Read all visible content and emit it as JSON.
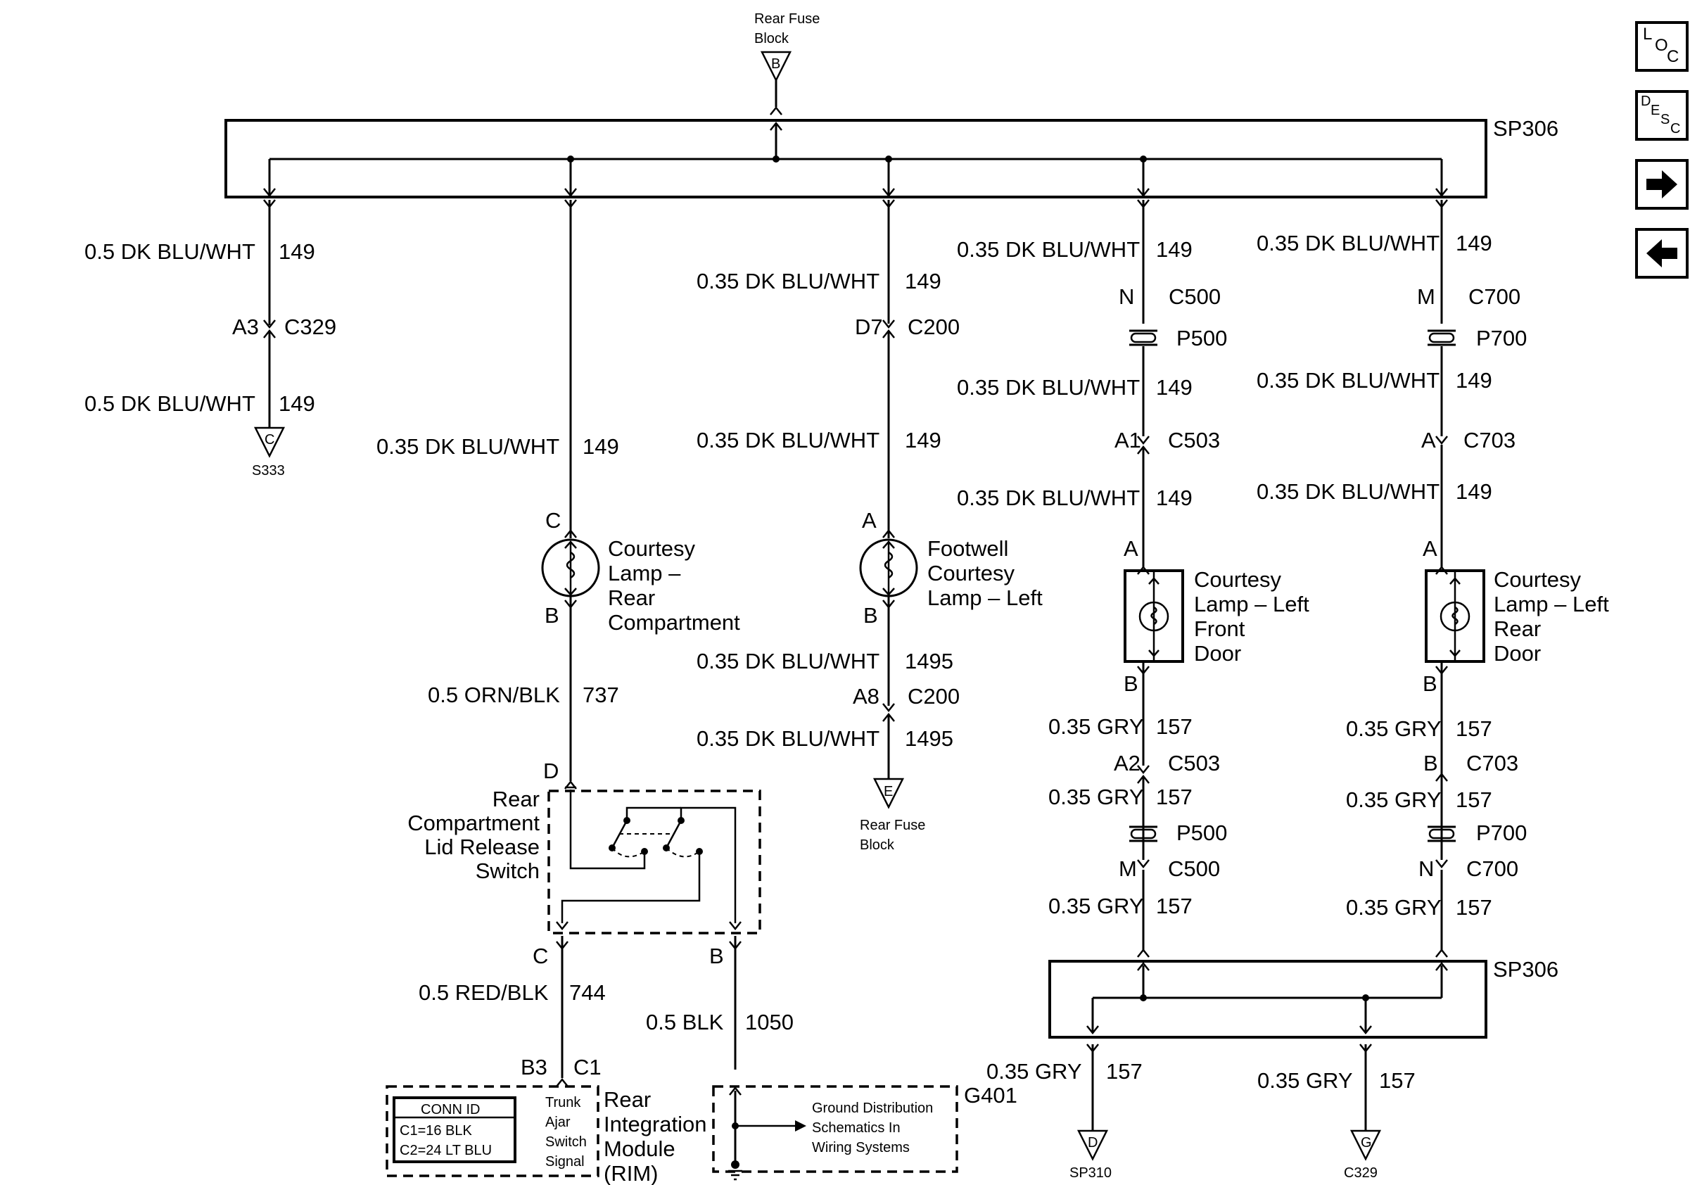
{
  "diagram": {
    "top_source": {
      "label_line1": "Rear Fuse",
      "label_line2": "Block",
      "pin": "B"
    },
    "splice_top": "SP306",
    "splice_bottom": "SP306",
    "col1": {
      "w1": "0.5 DK BLU/WHT",
      "c1": "149",
      "pinA": "A3",
      "conn": "C329",
      "w2": "0.5 DK BLU/WHT",
      "c2": "149",
      "term_pin": "C",
      "term": "S333"
    },
    "col2": {
      "w1": "0.35 DK BLU/WHT",
      "c1": "149",
      "pinC": "C",
      "pinB": "B",
      "lamp_line1": "Courtesy",
      "lamp_line2": "Lamp –",
      "lamp_line3": "Rear",
      "lamp_line4": "Compartment",
      "w2": "0.5 ORN/BLK",
      "c2": "737",
      "pinD": "D",
      "sw_line1": "Rear",
      "sw_line2": "Compartment",
      "sw_line3": "Lid Release",
      "sw_line4": "Switch",
      "sw_pinC": "C",
      "sw_pinB": "B",
      "w3": "0.5 RED/BLK",
      "c3": "744",
      "w4": "0.5 BLK",
      "c4": "1050",
      "rim_pin1": "B3",
      "rim_pin2": "C1",
      "conn_id_title": "CONN ID",
      "conn_id_1": "C1=16 BLK",
      "conn_id_2": "C2=24 LT BLU",
      "sig_line1": "Trunk",
      "sig_line2": "Ajar",
      "sig_line3": "Switch",
      "sig_line4": "Signal",
      "rim_line1": "Rear",
      "rim_line2": "Integration",
      "rim_line3": "Module",
      "rim_line4": "(RIM)",
      "ground": "G401",
      "gnd_line1": "Ground Distribution",
      "gnd_line2": "Schematics In",
      "gnd_line3": "Wiring Systems"
    },
    "col3": {
      "w1": "0.35 DK BLU/WHT",
      "c1": "149",
      "pinD7": "D7",
      "conn1": "C200",
      "w2": "0.35 DK BLU/WHT",
      "c2": "149",
      "pinA": "A",
      "pinB": "B",
      "lamp_line1": "Footwell",
      "lamp_line2": "Courtesy",
      "lamp_line3": "Lamp – Left",
      "w3": "0.35 DK BLU/WHT",
      "c3": "1495",
      "pinA8": "A8",
      "conn2": "C200",
      "w4": "0.35 DK BLU/WHT",
      "c4": "1495",
      "term_pin": "E",
      "term_line1": "Rear Fuse",
      "term_line2": "Block"
    },
    "col4": {
      "w1": "0.35 DK BLU/WHT",
      "c1": "149",
      "pinN": "N",
      "conn1": "C500",
      "p1": "P500",
      "w2": "0.35 DK BLU/WHT",
      "c2": "149",
      "pinA1": "A1",
      "conn2": "C503",
      "w3": "0.35 DK BLU/WHT",
      "c3": "149",
      "pinA": "A",
      "pinB": "B",
      "lamp_line1": "Courtesy",
      "lamp_line2": "Lamp – Left",
      "lamp_line3": "Front",
      "lamp_line4": "Door",
      "w4": "0.35 GRY",
      "c4": "157",
      "pinA2": "A2",
      "conn3": "C503",
      "w5": "0.35 GRY",
      "c5": "157",
      "p2": "P500",
      "pinM": "M",
      "conn4": "C500",
      "w6": "0.35 GRY",
      "c6": "157"
    },
    "col5": {
      "w1": "0.35 DK BLU/WHT",
      "c1": "149",
      "pinM": "M",
      "conn1": "C700",
      "p1": "P700",
      "w2": "0.35 DK BLU/WHT",
      "c2": "149",
      "pinA_c": "A",
      "conn2": "C703",
      "w3": "0.35 DK BLU/WHT",
      "c3": "149",
      "pinA": "A",
      "pinB": "B",
      "lamp_line1": "Courtesy",
      "lamp_line2": "Lamp – Left",
      "lamp_line3": "Rear",
      "lamp_line4": "Door",
      "w4": "0.35 GRY",
      "c4": "157",
      "pinB_c": "B",
      "conn3": "C703",
      "w5": "0.35 GRY",
      "c5": "157",
      "p2": "P700",
      "pinN": "N",
      "conn4": "C700",
      "w6": "0.35 GRY",
      "c6": "157"
    },
    "bottom": {
      "left_w": "0.35 GRY",
      "left_c": "157",
      "left_pin": "D",
      "left_term": "SP310",
      "right_w": "0.35 GRY",
      "right_c": "157",
      "right_pin": "G",
      "right_term": "C329"
    }
  },
  "nav": {
    "loc_l": "L",
    "loc_o": "O",
    "loc_c": "C",
    "desc_d": "D",
    "desc_e": "E",
    "desc_s": "S",
    "desc_c": "C",
    "forward_icon": "arrow-right-icon",
    "back_icon": "arrow-left-icon"
  }
}
